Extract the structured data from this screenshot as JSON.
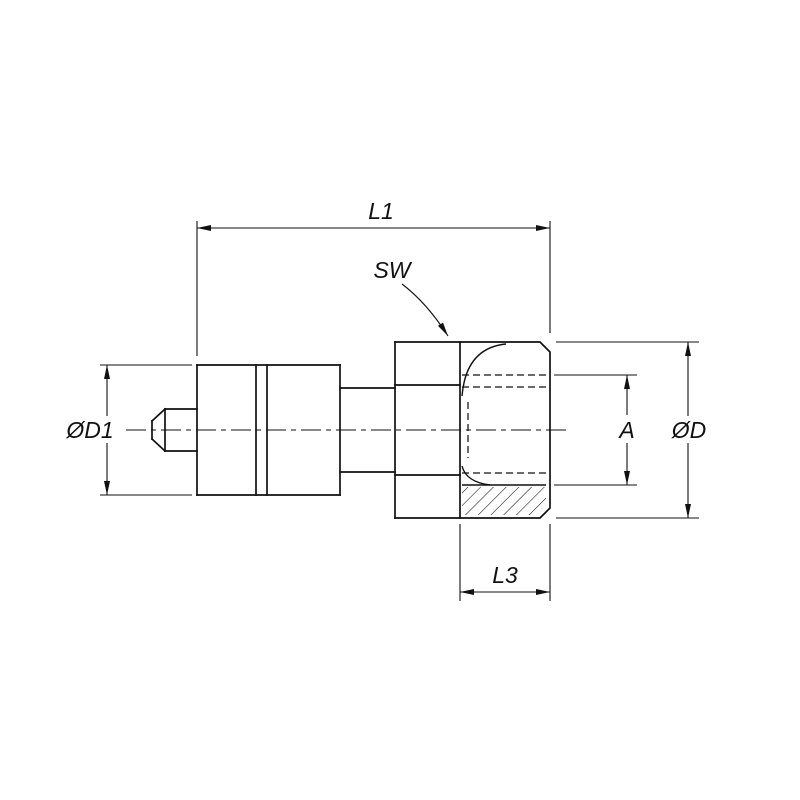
{
  "drawing": {
    "background_color": "#ffffff",
    "line_color": "#111111",
    "labels": {
      "overall_length": "L1",
      "wrench_size": "SW",
      "plug_diameter": "ØD1",
      "thread_dim": "A",
      "outer_diameter": "ØD",
      "thread_length": "L3"
    }
  }
}
